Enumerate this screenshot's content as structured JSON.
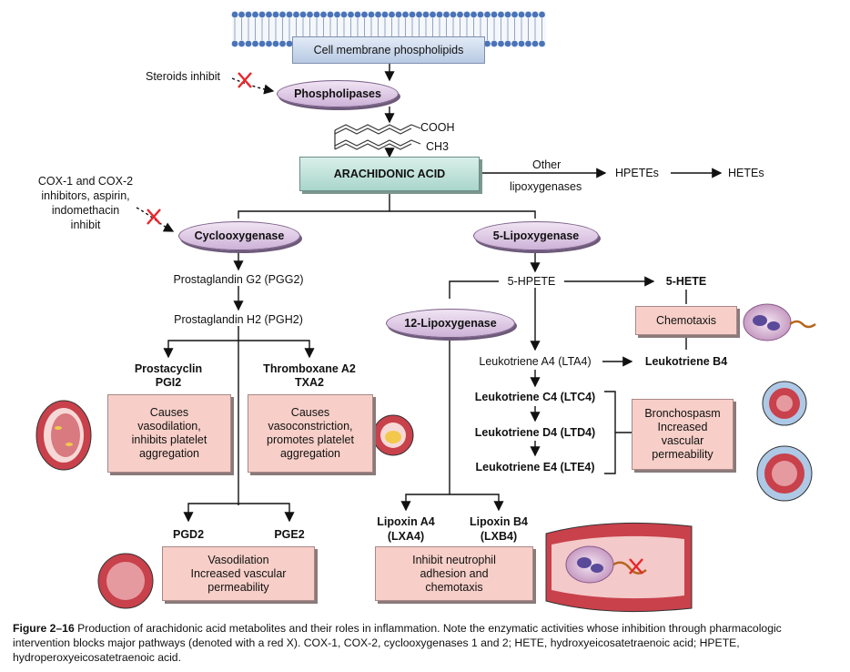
{
  "membrane_label": "Cell membrane phospholipids",
  "steroids_note": "Steroids inhibit",
  "phospholipases": "Phospholipases",
  "cooh": "COOH",
  "ch3": "CH3",
  "arachidonic_acid": "ARACHIDONIC ACID",
  "other_lipox_top": "Other",
  "other_lipox_bottom": "lipoxygenases",
  "hpetes": "HPETEs",
  "hetes": "HETEs",
  "cox_note": [
    "COX-1 and COX-2",
    "inhibitors, aspirin,",
    "indomethacin",
    "inhibit"
  ],
  "cyclooxygenase": "Cyclooxygenase",
  "five_lipoxygenase": "5-Lipoxygenase",
  "pgg2": "Prostaglandin G2 (PGG2)",
  "pgh2": "Prostaglandin H2 (PGH2)",
  "prostacyclin": [
    "Prostacyclin",
    "PGI2"
  ],
  "thromboxane": [
    "Thromboxane A2",
    "TXA2"
  ],
  "pgi2_effect": "Causes\nvasodilation,\ninhibits platelet\naggregation",
  "txa2_effect": "Causes\nvasoconstriction,\npromotes platelet\naggregation",
  "pgd2": "PGD2",
  "pge2": "PGE2",
  "pgd_effect": "Vasodilation\nIncreased vascular\npermeability",
  "five_hpete": "5-HPETE",
  "five_hete": "5-HETE",
  "chemotaxis": "Chemotaxis",
  "twelve_lipoxygenase": "12-Lipoxygenase",
  "lta4": "Leukotriene A4 (LTA4)",
  "ltb4": "Leukotriene B4",
  "ltc4": "Leukotriene C4 (LTC4)",
  "ltd4": "Leukotriene D4 (LTD4)",
  "lte4": "Leukotriene E4 (LTE4)",
  "broncho_effect": "Bronchospasm\nIncreased\nvascular\npermeability",
  "lxa4": [
    "Lipoxin A4",
    "(LXA4)"
  ],
  "lxb4": [
    "Lipoxin B4",
    "(LXB4)"
  ],
  "lipoxin_effect": "Inhibit neutrophil\nadhesion and\nchemotaxis",
  "caption_fig": "Figure 2–16",
  "caption_text": "Production of arachidonic acid metabolites and their roles in inflammation. Note the enzymatic activities whose inhibition through pharmacologic intervention blocks major pathways (denoted with a red X). COX-1, COX-2, cyclooxygenases 1 and 2; HETE, hydroxyeicosatetraenoic acid; HPETE, hydroperoxyeicosatetraenoic acid.",
  "colors": {
    "arrow": "#111111",
    "inhibit_x": "#e8262b",
    "effect_box": "#f7cfc8",
    "enzyme": "#d9c4e0",
    "membrane": "#4a73b8"
  }
}
